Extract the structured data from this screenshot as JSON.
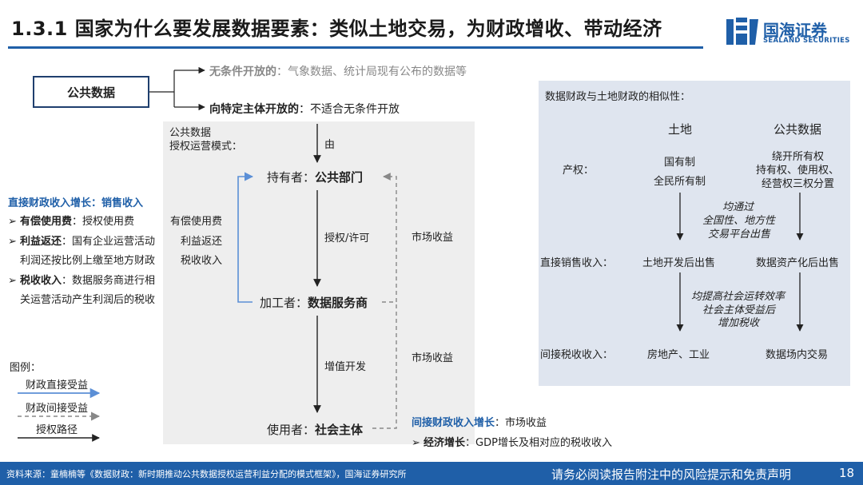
{
  "header": {
    "title": "1.3.1 国家为什么要发展数据要素：类似土地交易，为财政增收、带动经济",
    "logo_cn": "国海证券",
    "logo_en": "SEALAND SECURITIES"
  },
  "top": {
    "public_data": "公共数据",
    "branch1_bold": "无条件开放的",
    "branch1_rest": "：气象数据、统计局现有公布的数据等",
    "branch2_bold": "向特定主体开放的",
    "branch2_rest": "：不适合无条件开放"
  },
  "center": {
    "mode_line1": "公共数据",
    "mode_line2": "授权运营模式：",
    "by": "由",
    "holder_prefix": "持有者：",
    "holder_bold": "公共部门",
    "license": "授权/许可",
    "processor_prefix": "加工者：",
    "processor_bold": "数据服务商",
    "value_add": "增值开发",
    "user_prefix": "使用者：",
    "user_bold": "社会主体",
    "market_income_1": "市场收益",
    "market_income_2": "市场收益",
    "fee1": "有偿使用费",
    "fee2": "利益返还",
    "fee3": "税收收入"
  },
  "left": {
    "direct_title_a": "直接财政收入增长",
    "direct_title_b": "：销售收入",
    "item1_bold": "有偿使用费",
    "item1_rest": "：授权使用费",
    "item2_bold": "利益返还",
    "item2_rest": "：国有企业运营活动",
    "item2_line2": "利润还按比例上缴至地方财政",
    "item3_bold": "税收收入",
    "item3_rest": "：数据服务商进行相",
    "item3_line2": "关运营活动产生利润后的税收"
  },
  "legend": {
    "title": "图例：",
    "direct": "财政直接受益",
    "indirect": "财政间接受益",
    "auth": "授权路径"
  },
  "bottom": {
    "indirect_title_a": "间接财政收入增长",
    "indirect_title_b": "：市场收益",
    "growth_bold": "经济增长",
    "growth_rest": "：GDP增长及相对应的税收收入"
  },
  "right": {
    "title": "数据财政与土地财政的相似性：",
    "col_land": "土地",
    "col_public": "公共数据",
    "row_property": "产权：",
    "land_property_1": "国有制",
    "land_property_2": "全民所有制",
    "public_property_1": "绕开所有权",
    "public_property_2": "持有权、使用权、",
    "public_property_3": "经营权三权分置",
    "note1_1": "均通过",
    "note1_2": "全国性、地方性",
    "note1_3": "交易平台出售",
    "row_direct": "直接销售收入：",
    "land_direct": "土地开发后出售",
    "public_direct": "数据资产化后出售",
    "note2_1": "均提高社会运转效率",
    "note2_2": "社会主体受益后",
    "note2_3": "增加税收",
    "row_indirect": "间接税收收入：",
    "land_indirect": "房地产、工业",
    "public_indirect": "数据场内交易"
  },
  "footer": {
    "source": "资料来源：童楠楠等《数据财政：新时期推动公共数据授权运营利益分配的模式框架》，国海证券研究所",
    "disclaimer": "请务必阅读报告附注中的风险提示和免责声明",
    "page": "18"
  },
  "colors": {
    "brand_blue": "#1f5fa8",
    "direct_line": "#5b8fd6",
    "indirect_line": "#888888"
  }
}
